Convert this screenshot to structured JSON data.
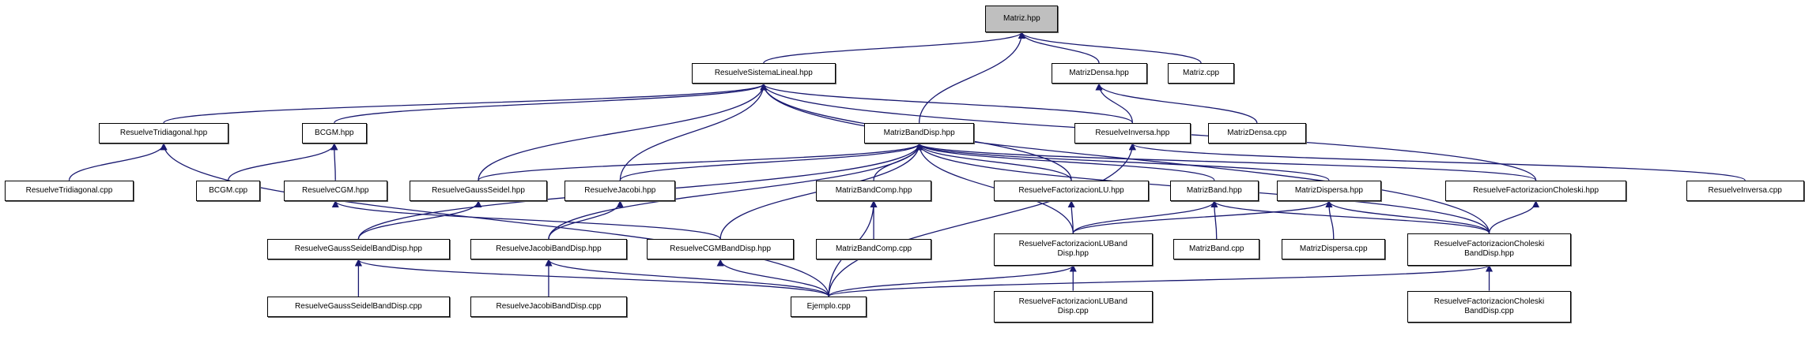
{
  "diagram": {
    "title": "Include dependency graph for Matriz.hpp",
    "colors": {
      "edge": "#191970",
      "root_fill": "#bfbfbf",
      "node_fill": "#ffffff",
      "border": "#000000"
    },
    "nodes": [
      {
        "id": "matriz_hpp",
        "label": "Matriz.hpp",
        "root": true
      },
      {
        "id": "rsl_hpp",
        "label": "ResuelveSistemaLineal.hpp"
      },
      {
        "id": "mdensa_hpp",
        "label": "MatrizDensa.hpp"
      },
      {
        "id": "matriz_cpp",
        "label": "Matriz.cpp"
      },
      {
        "id": "rtri_hpp",
        "label": "ResuelveTridiagonal.hpp"
      },
      {
        "id": "bcgm_hpp",
        "label": "BCGM.hpp"
      },
      {
        "id": "mbd_hpp",
        "label": "MatrizBandDisp.hpp"
      },
      {
        "id": "rinv_hpp",
        "label": "ResuelveInversa.hpp"
      },
      {
        "id": "mdensa_cpp",
        "label": "MatrizDensa.cpp"
      },
      {
        "id": "rtri_cpp",
        "label": "ResuelveTridiagonal.cpp"
      },
      {
        "id": "bcgm_cpp",
        "label": "BCGM.cpp"
      },
      {
        "id": "rcgm_hpp",
        "label": "ResuelveCGM.hpp"
      },
      {
        "id": "rgs_hpp",
        "label": "ResuelveGaussSeidel.hpp"
      },
      {
        "id": "rjac_hpp",
        "label": "ResuelveJacobi.hpp"
      },
      {
        "id": "mbc_hpp",
        "label": "MatrizBandComp.hpp"
      },
      {
        "id": "rflu_hpp",
        "label": "ResuelveFactorizacionLU.hpp"
      },
      {
        "id": "mband_hpp",
        "label": "MatrizBand.hpp"
      },
      {
        "id": "mdisp_hpp",
        "label": "MatrizDispersa.hpp"
      },
      {
        "id": "rfch_hpp",
        "label": "ResuelveFactorizacionCholeski.hpp"
      },
      {
        "id": "rinv_cpp",
        "label": "ResuelveInversa.cpp"
      },
      {
        "id": "rgsbd_hpp",
        "label": "ResuelveGaussSeidelBandDisp.hpp"
      },
      {
        "id": "rjbd_hpp",
        "label": "ResuelveJacobiBandDisp.hpp"
      },
      {
        "id": "rcgmbd_hpp",
        "label": "ResuelveCGMBandDisp.hpp"
      },
      {
        "id": "mbc_cpp",
        "label": "MatrizBandComp.cpp"
      },
      {
        "id": "rflubd_hpp",
        "label": "ResuelveFactorizacionLUBand\nDisp.hpp"
      },
      {
        "id": "mband_cpp",
        "label": "MatrizBand.cpp"
      },
      {
        "id": "mdisp_cpp",
        "label": "MatrizDispersa.cpp"
      },
      {
        "id": "rfchbd_hpp",
        "label": "ResuelveFactorizacionCholeski\nBandDisp.hpp"
      },
      {
        "id": "rgsbd_cpp",
        "label": "ResuelveGaussSeidelBandDisp.cpp"
      },
      {
        "id": "rjbd_cpp",
        "label": "ResuelveJacobiBandDisp.cpp"
      },
      {
        "id": "ejemplo_cpp",
        "label": "Ejemplo.cpp"
      },
      {
        "id": "rflubd_cpp",
        "label": "ResuelveFactorizacionLUBand\nDisp.cpp"
      },
      {
        "id": "rfchbd_cpp",
        "label": "ResuelveFactorizacionCholeski\nBandDisp.cpp"
      }
    ],
    "edges": [
      [
        "rsl_hpp",
        "matriz_hpp"
      ],
      [
        "mbd_hpp",
        "matriz_hpp"
      ],
      [
        "mdensa_hpp",
        "matriz_hpp"
      ],
      [
        "matriz_cpp",
        "matriz_hpp"
      ],
      [
        "rtri_hpp",
        "rsl_hpp"
      ],
      [
        "bcgm_hpp",
        "rsl_hpp"
      ],
      [
        "rgs_hpp",
        "rsl_hpp"
      ],
      [
        "rjac_hpp",
        "rsl_hpp"
      ],
      [
        "rinv_hpp",
        "rsl_hpp"
      ],
      [
        "rflu_hpp",
        "rsl_hpp"
      ],
      [
        "rfch_hpp",
        "rsl_hpp"
      ],
      [
        "rfchbd_hpp",
        "rsl_hpp"
      ],
      [
        "rinv_hpp",
        "mdensa_hpp"
      ],
      [
        "mdensa_cpp",
        "mdensa_hpp"
      ],
      [
        "rtri_cpp",
        "rtri_hpp"
      ],
      [
        "ejemplo_cpp",
        "rtri_hpp"
      ],
      [
        "bcgm_cpp",
        "bcgm_hpp"
      ],
      [
        "rcgm_hpp",
        "bcgm_hpp"
      ],
      [
        "rgs_hpp",
        "mbd_hpp"
      ],
      [
        "rjac_hpp",
        "mbd_hpp"
      ],
      [
        "mbc_hpp",
        "mbd_hpp"
      ],
      [
        "rflu_hpp",
        "mbd_hpp"
      ],
      [
        "mband_hpp",
        "mbd_hpp"
      ],
      [
        "mdisp_hpp",
        "mbd_hpp"
      ],
      [
        "rfch_hpp",
        "mbd_hpp"
      ],
      [
        "rgsbd_hpp",
        "mbd_hpp"
      ],
      [
        "rjbd_hpp",
        "mbd_hpp"
      ],
      [
        "rcgmbd_hpp",
        "mbd_hpp"
      ],
      [
        "rflubd_hpp",
        "mbd_hpp"
      ],
      [
        "rfchbd_hpp",
        "mbd_hpp"
      ],
      [
        "rinv_cpp",
        "rinv_hpp"
      ],
      [
        "ejemplo_cpp",
        "rinv_hpp"
      ],
      [
        "rcgmbd_hpp",
        "rcgm_hpp"
      ],
      [
        "rgsbd_hpp",
        "rgs_hpp"
      ],
      [
        "rjbd_hpp",
        "rjac_hpp"
      ],
      [
        "mbc_cpp",
        "mbc_hpp"
      ],
      [
        "ejemplo_cpp",
        "mbc_hpp"
      ],
      [
        "rflubd_hpp",
        "rflu_hpp"
      ],
      [
        "rflubd_hpp",
        "mband_hpp"
      ],
      [
        "mband_cpp",
        "mband_hpp"
      ],
      [
        "rfchbd_hpp",
        "mband_hpp"
      ],
      [
        "rflubd_hpp",
        "mdisp_hpp"
      ],
      [
        "mdisp_cpp",
        "mdisp_hpp"
      ],
      [
        "rfchbd_hpp",
        "mdisp_hpp"
      ],
      [
        "rfchbd_hpp",
        "rfch_hpp"
      ],
      [
        "rgsbd_cpp",
        "rgsbd_hpp"
      ],
      [
        "ejemplo_cpp",
        "rgsbd_hpp"
      ],
      [
        "rjbd_cpp",
        "rjbd_hpp"
      ],
      [
        "ejemplo_cpp",
        "rjbd_hpp"
      ],
      [
        "ejemplo_cpp",
        "rcgmbd_hpp"
      ],
      [
        "ejemplo_cpp",
        "rflubd_hpp"
      ],
      [
        "rflubd_cpp",
        "rflubd_hpp"
      ],
      [
        "ejemplo_cpp",
        "rfchbd_hpp"
      ],
      [
        "rfchbd_cpp",
        "rfchbd_hpp"
      ]
    ]
  }
}
